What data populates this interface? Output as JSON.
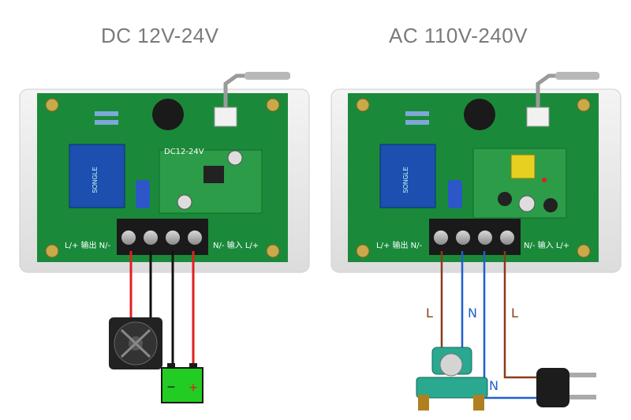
{
  "titles": {
    "dc": "DC 12V-24V",
    "ac": "AC 110V-240V"
  },
  "dc_board": {
    "output_label": "L/+  输出  N/-",
    "input_label": "N/-  输入  L/+",
    "module_label": "DC12-24V",
    "load": "fan",
    "supply": "battery"
  },
  "ac_board": {
    "output_label": "L/+  输出  N/-",
    "input_label": "N/-  输入  L/+",
    "load": "water-pump",
    "supply": "mains-plug"
  },
  "wire_labels": {
    "left_l": "L",
    "left_n": "N",
    "right_l": "L",
    "bottom_n": "N"
  },
  "colors": {
    "pcb_green": "#1a8a3a",
    "wire_red": "#e02020",
    "wire_black": "#111111",
    "wire_brown": "#8b3a1a",
    "wire_blue": "#1f5fd0",
    "battery_green": "#22cc22"
  }
}
